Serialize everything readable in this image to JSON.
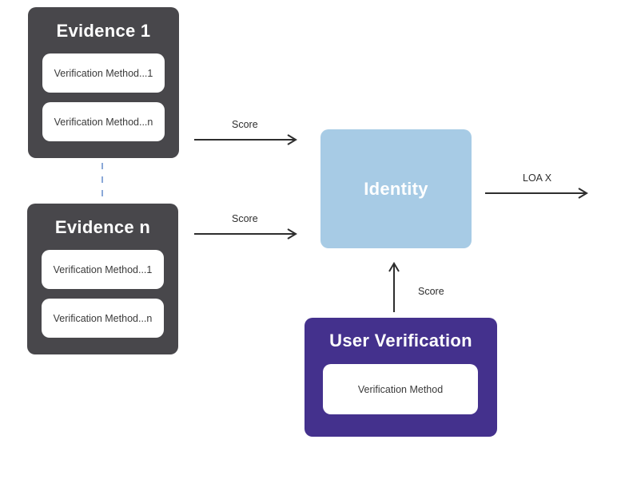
{
  "evidence_boxes": [
    {
      "title": "Evidence 1",
      "methods": [
        "Verification Method...1",
        "Verification Method...n"
      ]
    },
    {
      "title": "Evidence n",
      "methods": [
        "Verification Method...1",
        "Verification Method...n"
      ]
    }
  ],
  "identity": {
    "label": "Identity"
  },
  "user_verification": {
    "title": "User Verification",
    "method": "Verification Method"
  },
  "edges": {
    "evidence1_to_identity": "Score",
    "evidencen_to_identity": "Score",
    "user_to_identity": "Score",
    "identity_output": "LOA X"
  },
  "colors": {
    "evidence_box": "#48474b",
    "identity_box": "#a7cbe5",
    "user_verification_box": "#44318d",
    "dashed_connector": "#8aa8d8",
    "arrow": "#2e2e2e"
  }
}
